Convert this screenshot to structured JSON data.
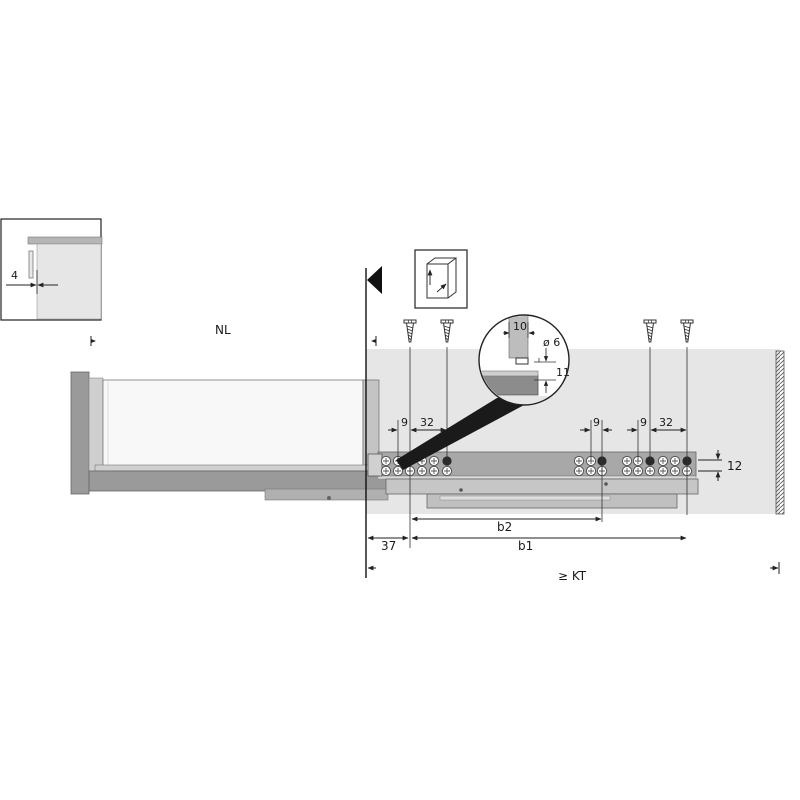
{
  "labels": {
    "nl": "NL",
    "kt": "≥ KT",
    "inset": "4",
    "d10": "10",
    "diameter": "ø 6",
    "d11": "11",
    "d9a": "9",
    "d32a": "32",
    "d9b": "9",
    "d9c": "9",
    "d32b": "32",
    "d12": "12",
    "b2": "b2",
    "b1": "b1",
    "d37": "37"
  },
  "colors": {
    "cabinet_fill": "#e6e6e6",
    "part_gray": "#9a9a9a",
    "dark_gray": "#6f6f6f",
    "line": "#222222"
  }
}
